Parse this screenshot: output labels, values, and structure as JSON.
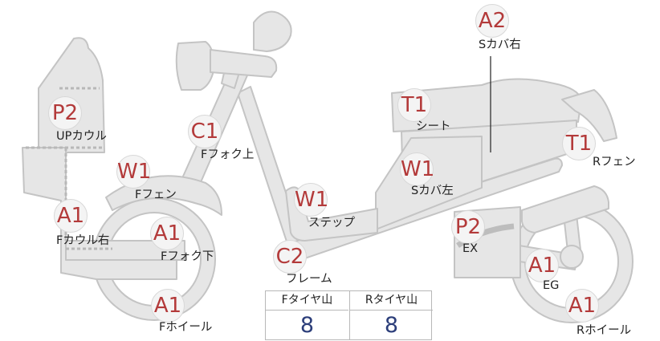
{
  "parts": {
    "seat": {
      "code": "T1",
      "label": "シート"
    },
    "side_cover_right": {
      "code": "A2",
      "label": "Sカバ右"
    },
    "upper_cowl": {
      "code": "P2",
      "label": "UPカウル"
    },
    "fork_upper": {
      "code": "C1",
      "label": "Fフォク上"
    },
    "rear_fender": {
      "code": "T1",
      "label": "Rフェン"
    },
    "front_fender": {
      "code": "W1",
      "label": "Fフェン"
    },
    "side_cover_left": {
      "code": "W1",
      "label": "Sカバ左"
    },
    "step": {
      "code": "W1",
      "label": "ステップ"
    },
    "cowl_right": {
      "code": "A1",
      "label": "Fカウル右"
    },
    "fork_lower": {
      "code": "A1",
      "label": "Fフォク下"
    },
    "exhaust": {
      "code": "P2",
      "label": "EX"
    },
    "frame": {
      "code": "C2",
      "label": "フレーム"
    },
    "engine": {
      "code": "A1",
      "label": "EG"
    },
    "front_wheel": {
      "code": "A1",
      "label": "Fホイール"
    },
    "rear_wheel": {
      "code": "A1",
      "label": "Rホイール"
    }
  },
  "tire_table": {
    "front": {
      "header": "Fタイヤ山",
      "value": "8"
    },
    "rear": {
      "header": "Rタイヤ山",
      "value": "8"
    }
  },
  "colors": {
    "part_fill": "#e6e6e6",
    "part_stroke": "#c4c4c4",
    "code_text": "#b33a3a",
    "value_text": "#2c3e7a"
  }
}
